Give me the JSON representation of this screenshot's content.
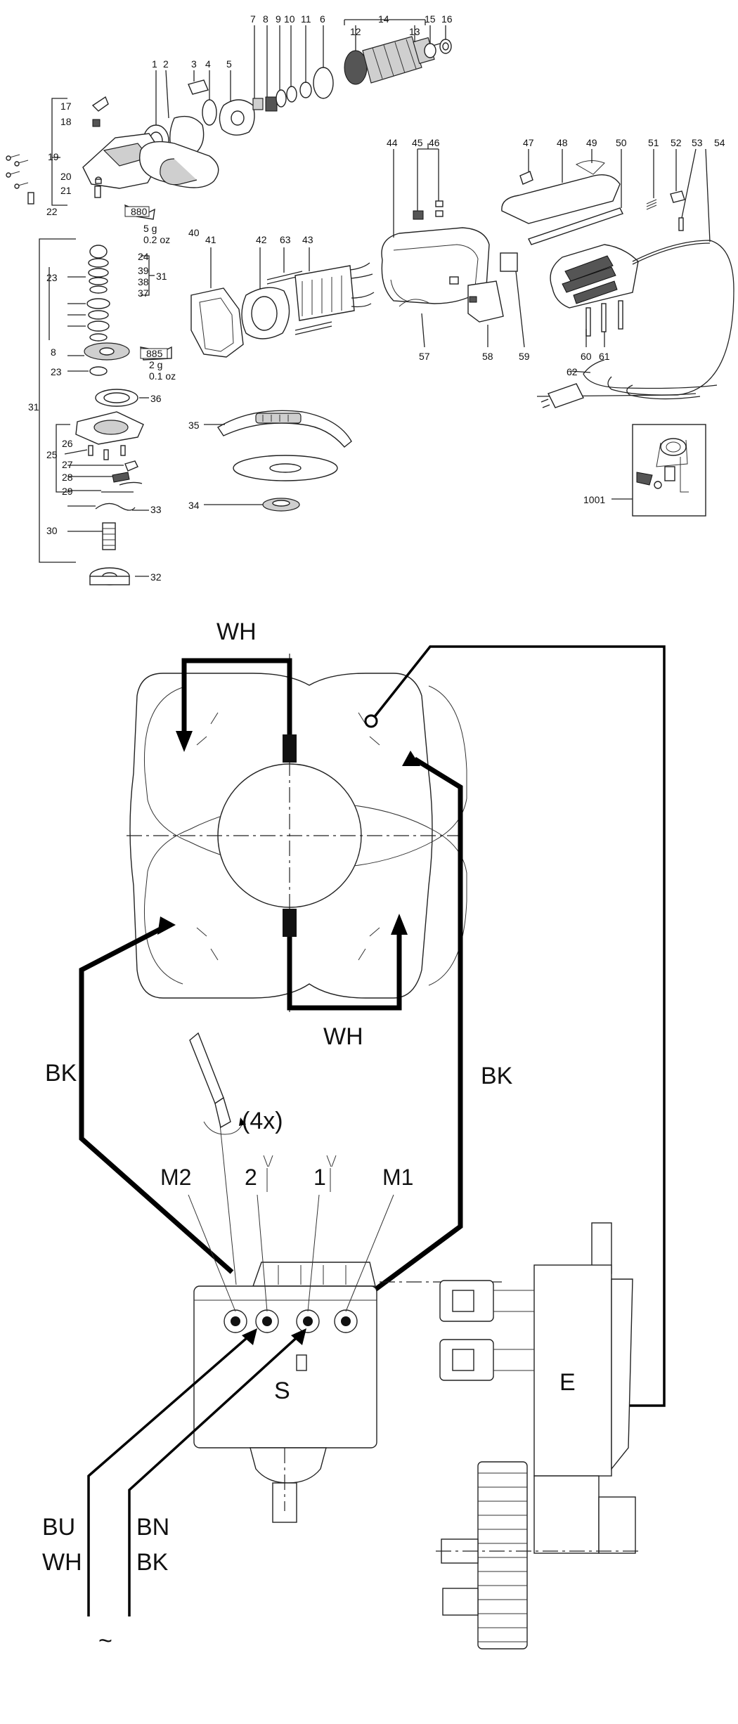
{
  "parts": {
    "p1": "1",
    "p2": "2",
    "p3": "3",
    "p4": "4",
    "p5": "5",
    "p6": "6",
    "p7": "7",
    "p8_top": "8",
    "p9": "9",
    "p10": "10",
    "p11": "11",
    "p12": "12",
    "p13": "13",
    "p14": "14",
    "p15": "15",
    "p16": "16",
    "p17": "17",
    "p18": "18",
    "p19": "19",
    "p20": "20",
    "p21": "21",
    "p22": "22",
    "p23a": "23",
    "p24": "24",
    "p39": "39",
    "p38": "38",
    "p37": "37",
    "p31a": "31",
    "p31b": "31",
    "p8": "8",
    "p23b": "23",
    "p36": "36",
    "p35": "35",
    "p25": "25",
    "p26": "26",
    "p27": "27",
    "p28": "28",
    "p29": "29",
    "p33": "33",
    "p30": "30",
    "p32": "32",
    "p34": "34",
    "p40": "40",
    "p41": "41",
    "p42": "42",
    "p63": "63",
    "p43": "43",
    "p44": "44",
    "p45": "45",
    "p46": "46",
    "p47": "47",
    "p48": "48",
    "p49": "49",
    "p50": "50",
    "p51": "51",
    "p52": "52",
    "p53": "53",
    "p54": "54",
    "p57": "57",
    "p58": "58",
    "p59": "59",
    "p60": "60",
    "p61": "61",
    "p62": "62",
    "p1001": "1001"
  },
  "grease_880": {
    "code": "880",
    "weight": "5 g",
    "oz": "0.2 oz"
  },
  "grease_885": {
    "code": "885",
    "weight": "2 g",
    "oz": "0.1 oz"
  },
  "wiring": {
    "wh_top": "WH",
    "wh_bottom": "WH",
    "bk_left": "BK",
    "bk_right": "BK",
    "torque_note": "(4x)",
    "terminal_m2": "M2",
    "terminal_2": "2",
    "terminal_1": "1",
    "terminal_m1": "M1",
    "switch_label": "S",
    "electronics_label": "E",
    "cable_left_top": "BU",
    "cable_left_bottom": "WH",
    "cable_right_top": "BN",
    "cable_right_bottom": "BK",
    "mains_symbol": "~"
  }
}
